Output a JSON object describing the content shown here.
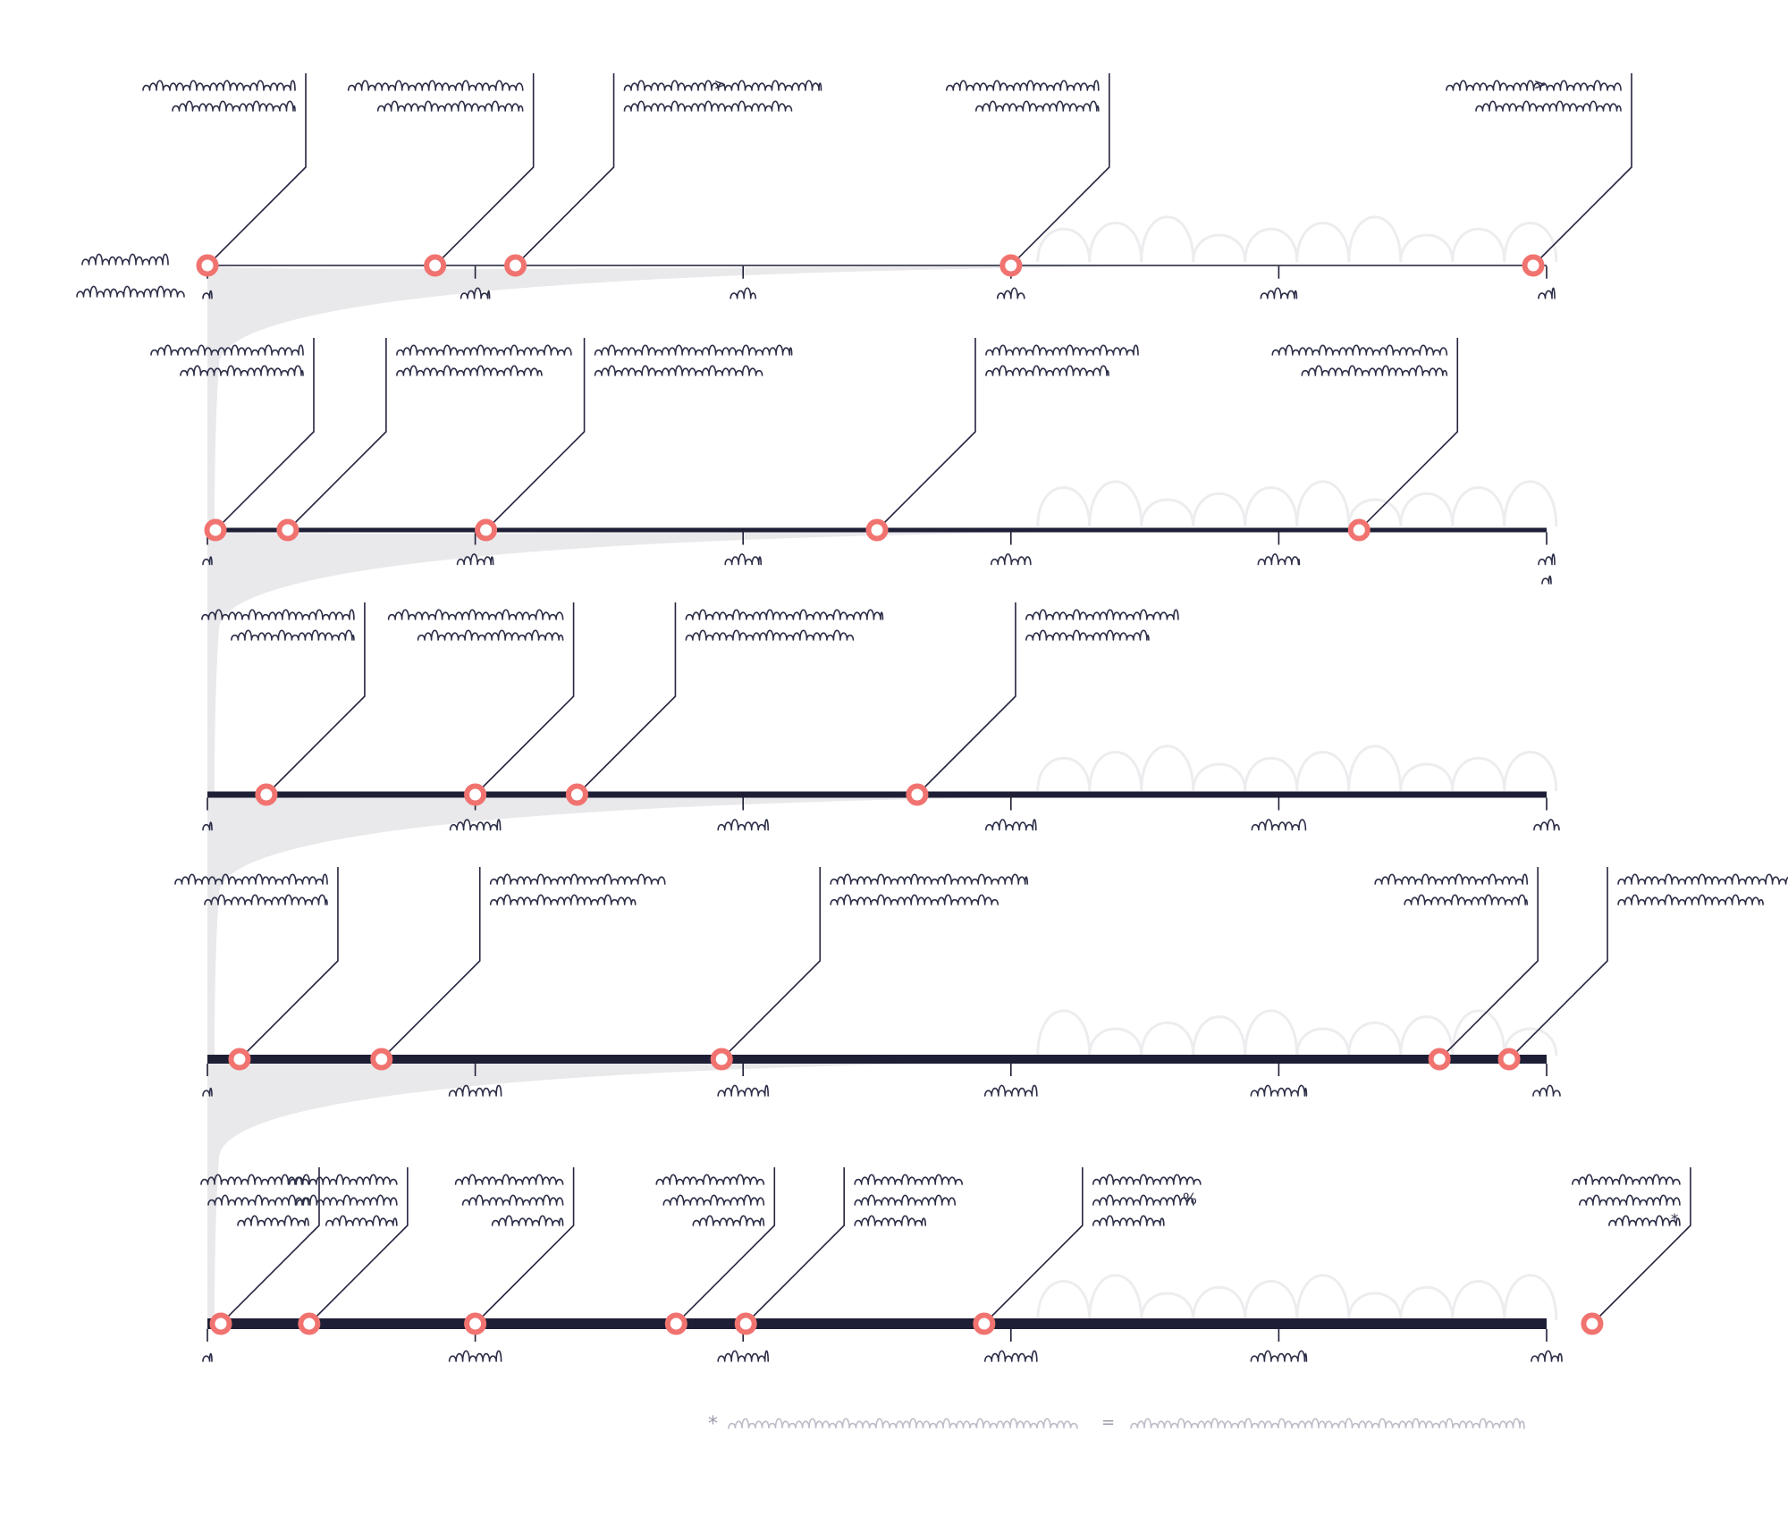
{
  "colors": {
    "axis": "#1e1f36",
    "marker_stroke": "#f17370",
    "marker_fill": "#ffffff",
    "funnel_fill": "#e9e9ec",
    "annotation_text": "#2d2f48",
    "footnote_text": "#9a9aa8"
  },
  "row_label_lines": 2,
  "rows": [
    {
      "axis_weight": 1.5,
      "ticks": [
        0,
        1,
        2,
        3,
        4,
        5
      ],
      "tick_label_widths": [
        10,
        32,
        28,
        30,
        40,
        18
      ],
      "markers": [
        0.0,
        0.85,
        1.15,
        3.0,
        4.95
      ],
      "annotations": [
        {
          "at": 0.0,
          "align": "left",
          "lines": 2
        },
        {
          "at": 0.85,
          "align": "left",
          "lines": 2
        },
        {
          "at": 1.15,
          "align": "right",
          "lines": 2,
          "symbol": ">"
        },
        {
          "at": 3.0,
          "align": "left",
          "lines": 2
        },
        {
          "at": 4.95,
          "align": "left",
          "lines": 2,
          "symbol": ">"
        }
      ]
    },
    {
      "axis_weight": 5,
      "ticks": [
        0,
        1,
        2,
        3,
        4,
        5
      ],
      "tick_label_widths": [
        10,
        40,
        40,
        44,
        46,
        18
      ],
      "markers": [
        0.03,
        0.3,
        1.04,
        2.5,
        4.3
      ],
      "annotations": [
        {
          "at": 0.03,
          "align": "left",
          "lines": 2
        },
        {
          "at": 0.3,
          "align": "right",
          "lines": 2
        },
        {
          "at": 1.04,
          "align": "right",
          "lines": 2
        },
        {
          "at": 2.5,
          "align": "right",
          "lines": 2
        },
        {
          "at": 4.3,
          "align": "left",
          "lines": 2
        }
      ]
    },
    {
      "axis_weight": 7,
      "ticks": [
        0,
        1,
        2,
        3,
        4,
        5
      ],
      "tick_label_widths": [
        10,
        56,
        56,
        56,
        60,
        28
      ],
      "markers": [
        0.22,
        1.0,
        1.38,
        2.65
      ],
      "annotations": [
        {
          "at": 0.22,
          "align": "left",
          "lines": 2
        },
        {
          "at": 1.0,
          "align": "left",
          "lines": 2
        },
        {
          "at": 1.38,
          "align": "right",
          "lines": 2
        },
        {
          "at": 2.65,
          "align": "right",
          "lines": 2
        }
      ]
    },
    {
      "axis_weight": 10,
      "ticks": [
        0,
        1,
        2,
        3,
        4,
        5
      ],
      "tick_label_widths": [
        10,
        58,
        56,
        58,
        62,
        30
      ],
      "markers": [
        0.12,
        0.65,
        1.92,
        4.6,
        4.86
      ],
      "annotations": [
        {
          "at": 0.12,
          "align": "left",
          "lines": 2
        },
        {
          "at": 0.65,
          "align": "right",
          "lines": 2
        },
        {
          "at": 1.92,
          "align": "right",
          "lines": 2
        },
        {
          "at": 4.6,
          "align": "left",
          "lines": 2
        },
        {
          "at": 4.86,
          "align": "right",
          "lines": 2
        }
      ]
    },
    {
      "axis_weight": 12,
      "ticks": [
        0,
        1,
        2,
        3,
        4,
        5
      ],
      "tick_label_widths": [
        10,
        58,
        56,
        58,
        62,
        34
      ],
      "markers": [
        0.05,
        0.38,
        1.0,
        1.75,
        2.01,
        2.9,
        5.17
      ],
      "annotations": [
        {
          "at": 0.05,
          "align": "left",
          "lines": 3
        },
        {
          "at": 0.38,
          "align": "left",
          "lines": 3
        },
        {
          "at": 1.0,
          "align": "left",
          "lines": 3
        },
        {
          "at": 1.75,
          "align": "left",
          "lines": 3
        },
        {
          "at": 2.01,
          "align": "right",
          "lines": 3
        },
        {
          "at": 2.9,
          "align": "right",
          "lines": 3,
          "symbol": "%"
        },
        {
          "at": 5.17,
          "align": "left",
          "lines": 3,
          "symbol": "*"
        }
      ]
    }
  ],
  "footnote": {
    "marker": "*",
    "separator": "="
  }
}
